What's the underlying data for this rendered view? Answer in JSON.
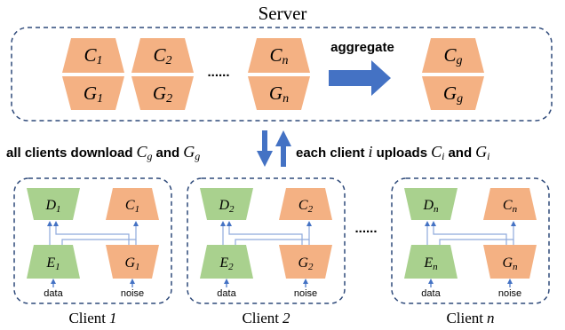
{
  "server": {
    "title": "Server",
    "ellipsis": "......",
    "aggregate_label": "aggregate",
    "pairs": [
      {
        "c_sym": "C",
        "c_sub": "1",
        "g_sym": "G",
        "g_sub": "1"
      },
      {
        "c_sym": "C",
        "c_sub": "2",
        "g_sym": "G",
        "g_sub": "2"
      },
      {
        "c_sym": "C",
        "c_sub": "n",
        "g_sym": "G",
        "g_sub": "n"
      }
    ],
    "global": {
      "c_sym": "C",
      "c_sub": "g",
      "g_sym": "G",
      "g_sub": "g"
    }
  },
  "middle": {
    "download_text": "all clients download",
    "download_c_sym": "C",
    "download_c_sub": "g",
    "and1": "and",
    "download_g_sym": "G",
    "download_g_sub": "g",
    "upload_text": "each client",
    "upload_i": "i",
    "upload_text2": "uploads",
    "upload_c_sym": "C",
    "upload_c_sub": "i",
    "and2": "and",
    "upload_g_sym": "G",
    "upload_g_sub": "i"
  },
  "clients": [
    {
      "caption": "Client",
      "caption_idx": "1",
      "d_sym": "D",
      "d_sub": "1",
      "c_sym": "C",
      "c_sub": "1",
      "e_sym": "E",
      "e_sub": "1",
      "g_sym": "G",
      "g_sub": "1",
      "data_label": "data",
      "noise_label": "noise"
    },
    {
      "caption": "Client",
      "caption_idx": "2",
      "d_sym": "D",
      "d_sub": "2",
      "c_sym": "C",
      "c_sub": "2",
      "e_sym": "E",
      "e_sub": "2",
      "g_sym": "G",
      "g_sub": "2",
      "data_label": "data",
      "noise_label": "noise"
    },
    {
      "caption": "Client",
      "caption_idx": "n",
      "d_sym": "D",
      "d_sub": "n",
      "c_sym": "C",
      "c_sub": "n",
      "e_sym": "E",
      "e_sub": "n",
      "g_sym": "G",
      "g_sub": "n",
      "data_label": "data",
      "noise_label": "noise"
    }
  ],
  "clients_ellipsis": "......",
  "colors": {
    "orange_fill": "#f4b183",
    "green_fill": "#a9d18e",
    "box_stroke": "#2f4a7a",
    "arrow_blue": "#4472c4",
    "connector": "#8faadc"
  }
}
